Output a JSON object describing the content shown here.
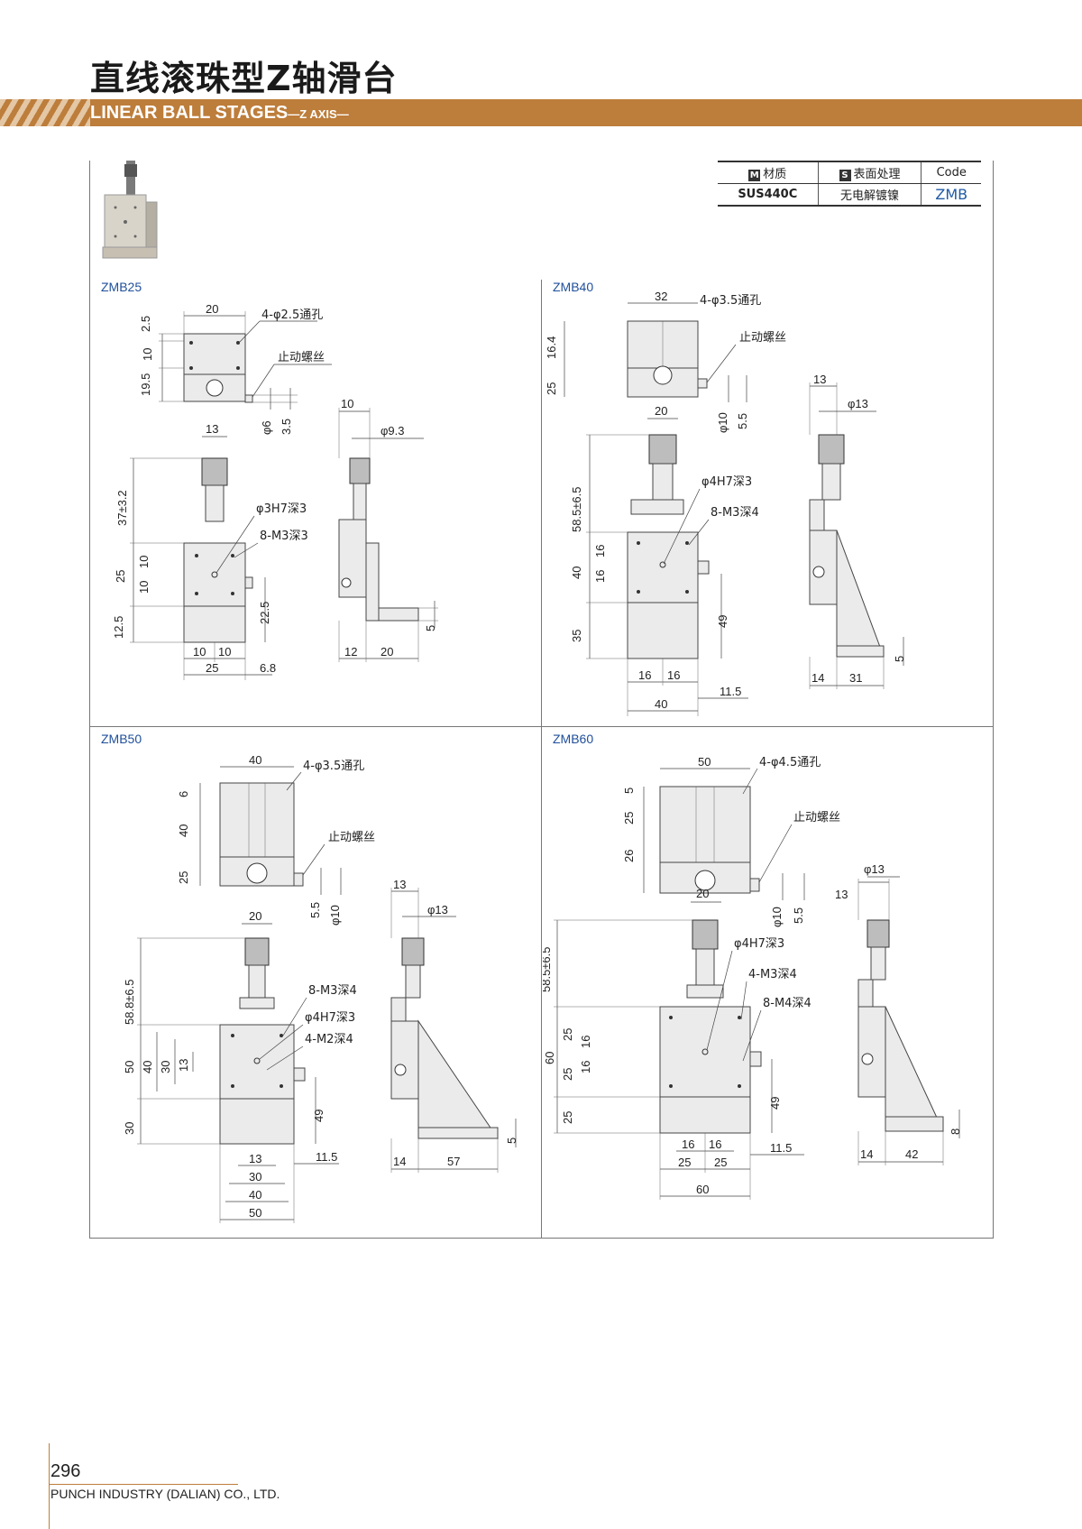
{
  "header": {
    "title_zh": "直线滚珠型Z轴滑台",
    "title_en": "LINEAR BALL STAGES",
    "title_en_sub": "—Z AXIS—"
  },
  "spec_table": {
    "col_material": "材质",
    "col_surface": "表面处理",
    "col_code": "Code",
    "badge_m": "M",
    "badge_s": "S",
    "material": "SUS440C",
    "surface": "无电解镀镍",
    "code": "ZMB"
  },
  "models": {
    "zmb25": {
      "name": "ZMB25",
      "hole_note": "4-φ2.5通孔",
      "screw_note": "止动螺丝",
      "hole2": "φ3H7深3",
      "tap": "8-M3深3",
      "dims": [
        "20",
        "2.5",
        "10",
        "19.5",
        "φ6",
        "3.5",
        "10",
        "φ9.3",
        "13",
        "37±3.2",
        "25",
        "10",
        "10",
        "12.5",
        "22.5",
        "10",
        "10",
        "25",
        "6.8",
        "5",
        "12",
        "20"
      ]
    },
    "zmb40": {
      "name": "ZMB40",
      "hole_note": "4-φ3.5通孔",
      "screw_note": "止动螺丝",
      "hole2": "φ4H7深3",
      "tap": "8-M3深4",
      "dims": [
        "32",
        "16.4",
        "25",
        "φ10",
        "5.5",
        "13",
        "φ13",
        "20",
        "58.5±6.5",
        "40",
        "16",
        "16",
        "35",
        "49",
        "16",
        "16",
        "40",
        "11.5",
        "5",
        "14",
        "31"
      ]
    },
    "zmb50": {
      "name": "ZMB50",
      "hole_note": "4-φ3.5通孔",
      "screw_note": "止动螺丝",
      "tap1": "8-M3深4",
      "hole2": "φ4H7深3",
      "tap2": "4-M2深4",
      "dims": [
        "40",
        "6",
        "40",
        "25",
        "5.5",
        "φ10",
        "13",
        "φ13",
        "20",
        "58.8±6.5",
        "50",
        "40",
        "30",
        "13",
        "30",
        "49",
        "11.5",
        "13",
        "30",
        "40",
        "50",
        "5",
        "14",
        "57"
      ]
    },
    "zmb60": {
      "name": "ZMB60",
      "hole_note": "4-φ4.5通孔",
      "screw_note": "止动螺丝",
      "hole2": "φ4H7深3",
      "tap1": "4-M3深4",
      "tap2": "8-M4深4",
      "dims": [
        "50",
        "5",
        "25",
        "26",
        "φ10",
        "5.5",
        "φ13",
        "13",
        "20",
        "58.5±6.5",
        "60",
        "25",
        "16",
        "16",
        "25",
        "25",
        "49",
        "16",
        "16",
        "11.5",
        "25",
        "25",
        "60",
        "8",
        "14",
        "42"
      ]
    }
  },
  "footer": {
    "page_number": "296",
    "company": "PUNCH INDUSTRY (DALIAN) CO., LTD."
  }
}
